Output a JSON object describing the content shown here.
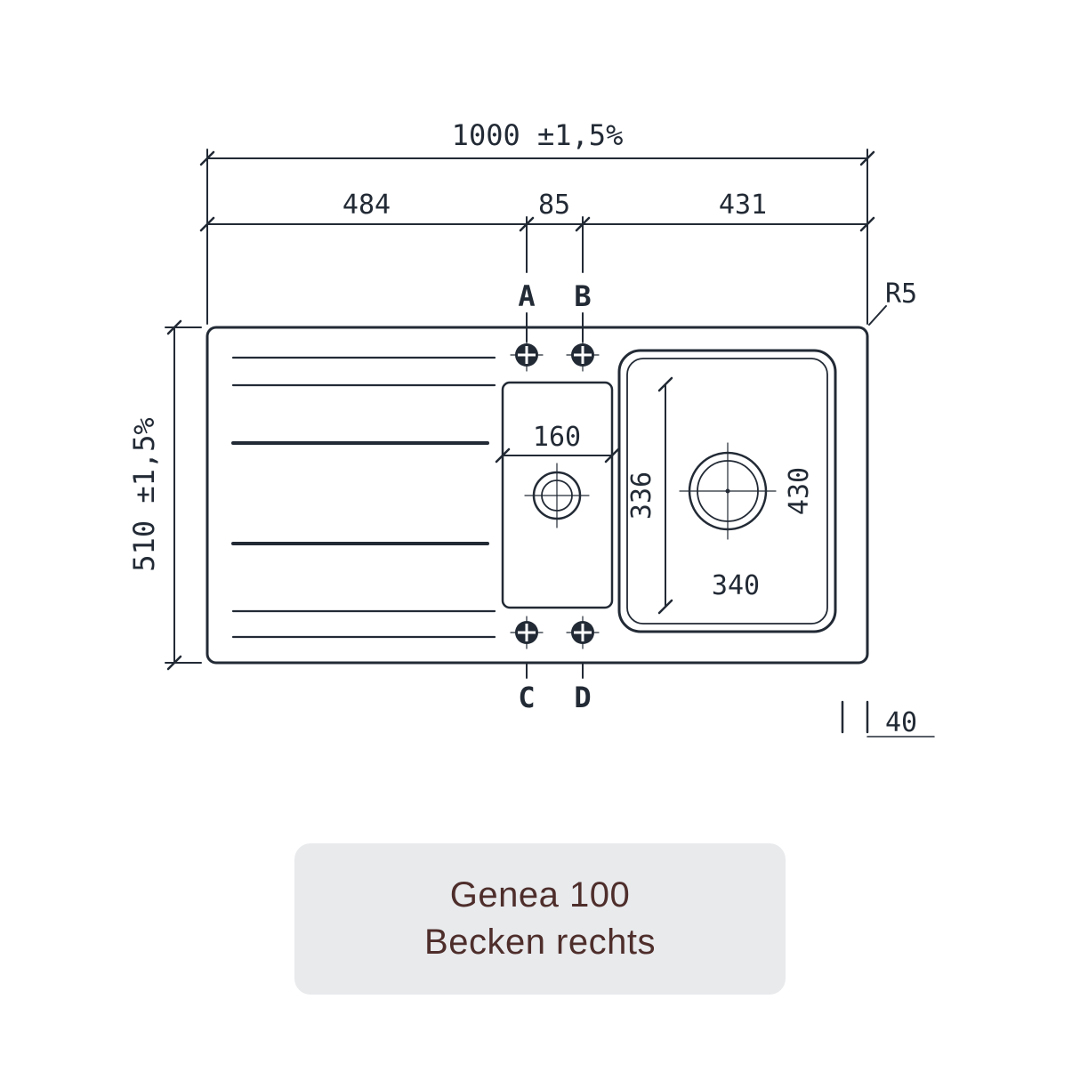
{
  "product": {
    "name": "Genea 100",
    "variant": "Becken rechts"
  },
  "dims": {
    "overall_width": "1000 ±1,5%",
    "seg_left": "484",
    "seg_center": "85",
    "seg_right": "431",
    "overall_depth": "510 ±1,5%",
    "small_bowl_width": "160",
    "divider_height": "336",
    "bowl_height": "430",
    "bowl_width": "340",
    "corner_radius": "R5",
    "edge": "40"
  },
  "holes": {
    "a": "A",
    "b": "B",
    "c": "C",
    "d": "D"
  },
  "colors": {
    "line": "#222a35",
    "title_text": "#4e2e2b",
    "card_bg": "#e8eaec",
    "background": "#ffffff"
  }
}
